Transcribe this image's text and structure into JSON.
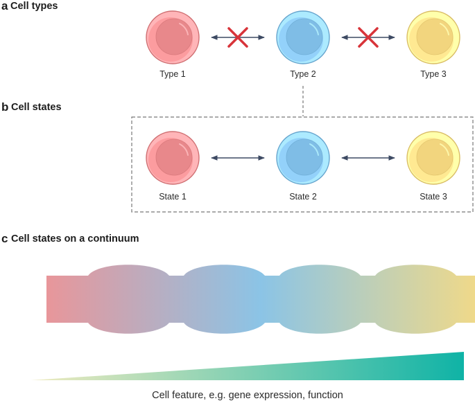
{
  "panels": {
    "a": {
      "letter": "a",
      "title": "Cell types",
      "cells": [
        {
          "label": "Type 1",
          "color": "#e8888b"
        },
        {
          "label": "Type 2",
          "color": "#7fbde6"
        },
        {
          "label": "Type 3",
          "color": "#f2d57e"
        }
      ],
      "links": [
        {
          "from": 0,
          "to": 1,
          "blocked": true
        },
        {
          "from": 1,
          "to": 2,
          "blocked": true
        }
      ]
    },
    "b": {
      "letter": "b",
      "title": "Cell states",
      "cells": [
        {
          "label": "State 1",
          "color": "#e8888b"
        },
        {
          "label": "State 2",
          "color": "#7fbde6"
        },
        {
          "label": "State 3",
          "color": "#f2d57e"
        }
      ],
      "links": [
        {
          "from": 0,
          "to": 1,
          "blocked": false
        },
        {
          "from": 1,
          "to": 2,
          "blocked": false
        }
      ]
    },
    "c": {
      "letter": "c",
      "title": "Cell states on a continuum",
      "gradient_colors": [
        "#e8969a",
        "#8bc4e6",
        "#efd98a"
      ],
      "axis_caption": "Cell feature, e.g. gene expression, function",
      "axis_gradient": [
        "#f0ebbf",
        "#0fb3a6"
      ]
    }
  },
  "colors": {
    "arrow": "#3d4a63",
    "cross": "#d8343a",
    "dashed_box": "#777777"
  }
}
